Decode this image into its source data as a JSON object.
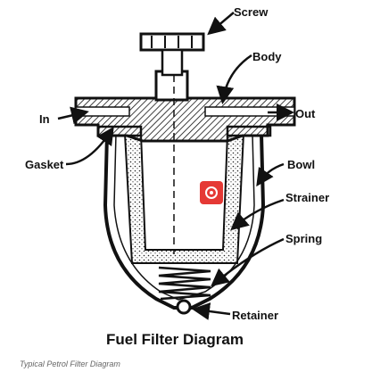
{
  "diagram": {
    "title": "Fuel Filter Diagram",
    "labels": {
      "screw": "Screw",
      "body": "Body",
      "in": "In",
      "out": "Out",
      "gasket": "Gasket",
      "bowl": "Bowl",
      "strainer": "Strainer",
      "spring": "Spring",
      "retainer": "Retainer"
    },
    "badge_icon": "camera-lens-icon",
    "badge_color": "#e53935"
  },
  "caption": "Typical Petrol Filter Diagram"
}
